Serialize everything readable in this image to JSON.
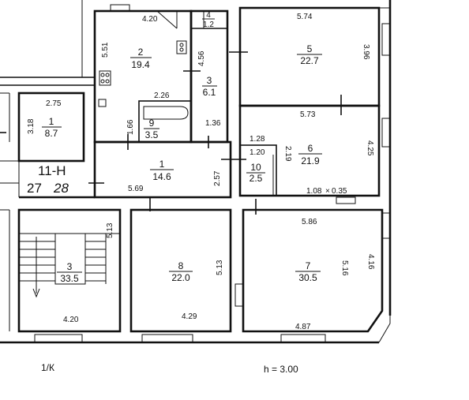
{
  "rooms": [
    {
      "id": "r2",
      "number": "2",
      "area": "19.4"
    },
    {
      "id": "r3",
      "number": "3",
      "area": "6.1"
    },
    {
      "id": "r4",
      "number": "4",
      "area": "1.2"
    },
    {
      "id": "r9",
      "number": "9",
      "area": "3.5"
    },
    {
      "id": "r1a",
      "number": "1",
      "area": "8.7"
    },
    {
      "id": "r1b",
      "number": "1",
      "area": "14.6"
    },
    {
      "id": "r5",
      "number": "5",
      "area": "22.7"
    },
    {
      "id": "r6",
      "number": "6",
      "area": "21.9"
    },
    {
      "id": "r10",
      "number": "10",
      "area": "2.5"
    },
    {
      "id": "r3b",
      "number": "3",
      "area": "33.5"
    },
    {
      "id": "r8",
      "number": "8",
      "area": "22.0"
    },
    {
      "id": "r7",
      "number": "7",
      "area": "30.5"
    }
  ],
  "dims": {
    "d420_top": "4.20",
    "d551": "5.51",
    "d456": "4.56",
    "d226": "2.26",
    "d166": "1.66",
    "d136": "1.36",
    "d275": "2.75",
    "d318": "3.18",
    "d569": "5.69",
    "d257": "2.57",
    "d574": "5.74",
    "d396": "3.96",
    "d573": "5.73",
    "d128": "1.28",
    "d120": "1.20",
    "d219": "2.19",
    "d425": "4.25",
    "d108": "1.08",
    "d035": "0.35",
    "d586": "5.86",
    "d416": "4.16",
    "d516": "5.16",
    "d487": "4.87",
    "d513_right": "5.13",
    "d429": "4.29",
    "d513_stair": "5.13",
    "d420_stair": "4.20"
  },
  "handwriting": {
    "label_11h": "11-Н",
    "label_27": "27",
    "label_28": "28"
  },
  "notes": {
    "floor": "1/К",
    "height": "h  =  3.00"
  }
}
